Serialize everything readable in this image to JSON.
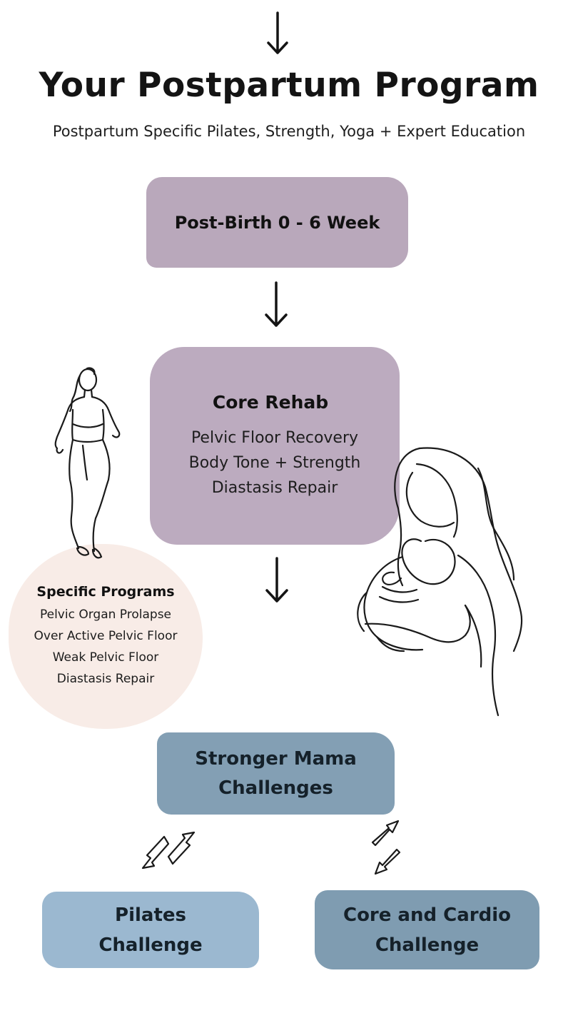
{
  "title": "Your Postpartum Program",
  "subtitle": "Postpartum Specific Pilates, Strength, Yoga + Expert Education",
  "stage1": {
    "label": "Post-Birth 0 - 6 Week"
  },
  "stage2": {
    "title": "Core Rehab",
    "items": [
      "Pelvic Floor Recovery",
      "Body Tone + Strength",
      "Diastasis Repair"
    ]
  },
  "specific": {
    "title": "Specific Programs",
    "items": [
      "Pelvic Organ Prolapse",
      "Over Active Pelvic Floor",
      "Weak Pelvic Floor",
      "Diastasis Repair"
    ]
  },
  "stage3": {
    "label": "Stronger Mama Challenges"
  },
  "challenges": [
    "Pilates Challenge",
    "Core and Cardio Challenge"
  ],
  "colors": {
    "mauve": "#b9a8bb",
    "blush": "#f8ece7",
    "slate_blue": "#839fb4",
    "light_blue": "#9bb8d0",
    "dark_blue": "#7f9cb1"
  },
  "icons": [
    "arrow-down-icon",
    "double-arrow-icon",
    "runner-illustration",
    "mother-baby-illustration"
  ]
}
